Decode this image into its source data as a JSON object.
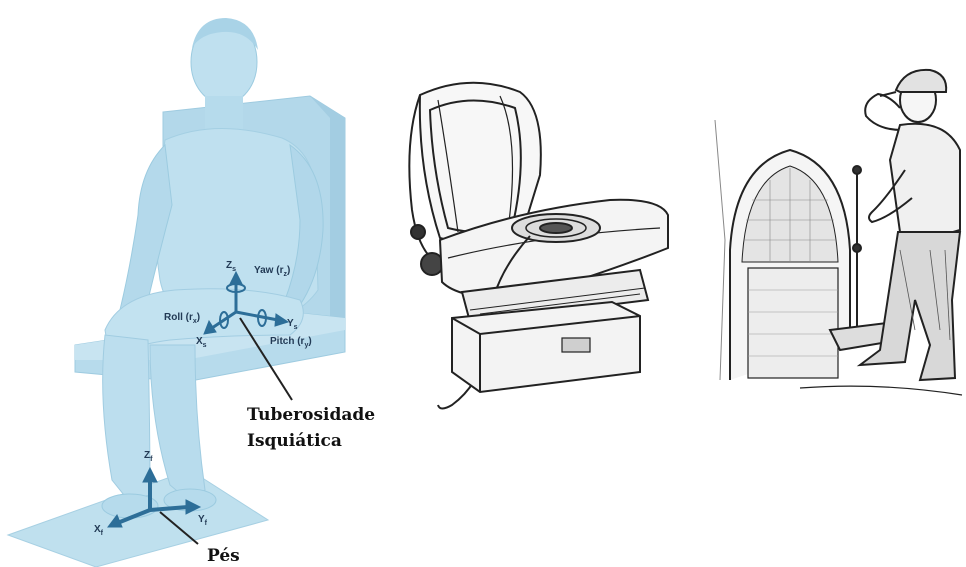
{
  "panel_seated_model": {
    "labels": {
      "seat_point": {
        "line1": "Tuberosidade",
        "line2": "Isquiática"
      },
      "feet": "Pés"
    },
    "seat_axes": {
      "z": {
        "main": "Z",
        "sub": "s"
      },
      "yaw": {
        "main": "Yaw (r",
        "sub": "z",
        "end": ")"
      },
      "roll": {
        "main": "Roll (r",
        "sub": "x",
        "end": ")"
      },
      "y": {
        "main": "Y",
        "sub": "s"
      },
      "pitch": {
        "main": "Pitch (r",
        "sub": "y",
        "end": ")"
      },
      "x": {
        "main": "X",
        "sub": "s"
      }
    },
    "feet_axes": {
      "z": {
        "main": "Z",
        "sub": "f"
      },
      "y": {
        "main": "Y",
        "sub": "f"
      },
      "x": {
        "main": "X",
        "sub": "f"
      }
    }
  },
  "colors": {
    "body_fill": "#b9dcec",
    "body_shadow": "#9ccbe0",
    "axis_arrow": "#2d6e98",
    "label_text": "#111111",
    "sketch_line": "#222222"
  }
}
